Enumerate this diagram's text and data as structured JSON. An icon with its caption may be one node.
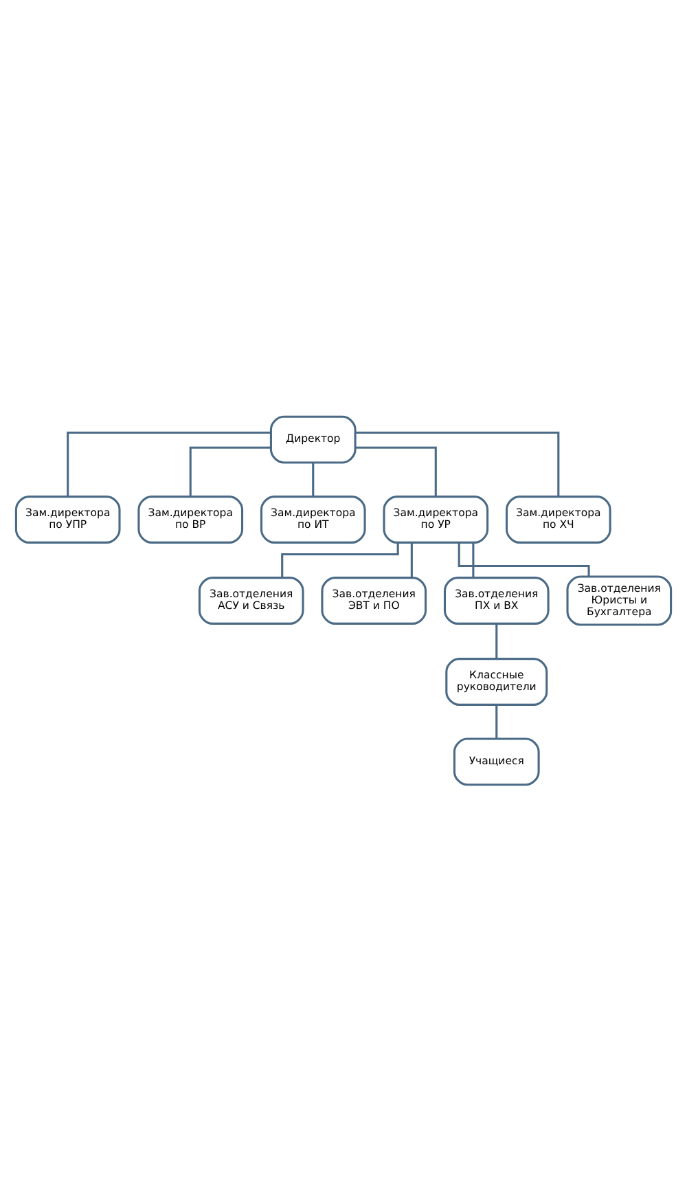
{
  "diagram": {
    "nodes": [
      {
        "text": [
          "Директор"
        ]
      },
      {
        "text": [
          "Зам.директора по УПР"
        ]
      },
      {
        "text": [
          "Зам.директора по ВР"
        ]
      },
      {
        "text": [
          "Зам.директора по ИТ"
        ]
      },
      {
        "text": [
          "Зам.директора по УР"
        ]
      },
      {
        "text": [
          "Зам.директора по ХЧ"
        ]
      },
      {
        "text": [
          "Зав.отделения АСУ и Связь"
        ]
      },
      {
        "text": [
          "Зав.отделения ЭВТ и ПО"
        ]
      },
      {
        "text": [
          "Зав.отделения ПХ и ВХ"
        ]
      },
      {
        "text": [
          "Зав.отделения Юристы и Бухгалтера"
        ]
      },
      {
        "text": [
          "Классные руководители"
        ]
      },
      {
        "text": [
          "Учащиеся"
        ]
      }
    ],
    "edges": [
      {
        "from": 0,
        "to": 1,
        "arrow": "none"
      },
      {
        "from": 0,
        "to": 2,
        "arrow": "none"
      },
      {
        "from": 0,
        "to": 3,
        "arrow": "none"
      },
      {
        "from": 0,
        "to": 4,
        "arrow": "none"
      },
      {
        "from": 0,
        "to": 5,
        "arrow": "none"
      },
      {
        "from": 4,
        "to": 6,
        "arrow": "none"
      },
      {
        "from": 4,
        "to": 7,
        "arrow": "none"
      },
      {
        "from": 4,
        "to": 8,
        "arrow": "none"
      },
      {
        "from": 4,
        "to": 9,
        "arrow": "none"
      },
      {
        "from": 8,
        "to": 10,
        "arrow": "none"
      },
      {
        "from": 10,
        "to": 11,
        "arrow": "none"
      }
    ]
  }
}
